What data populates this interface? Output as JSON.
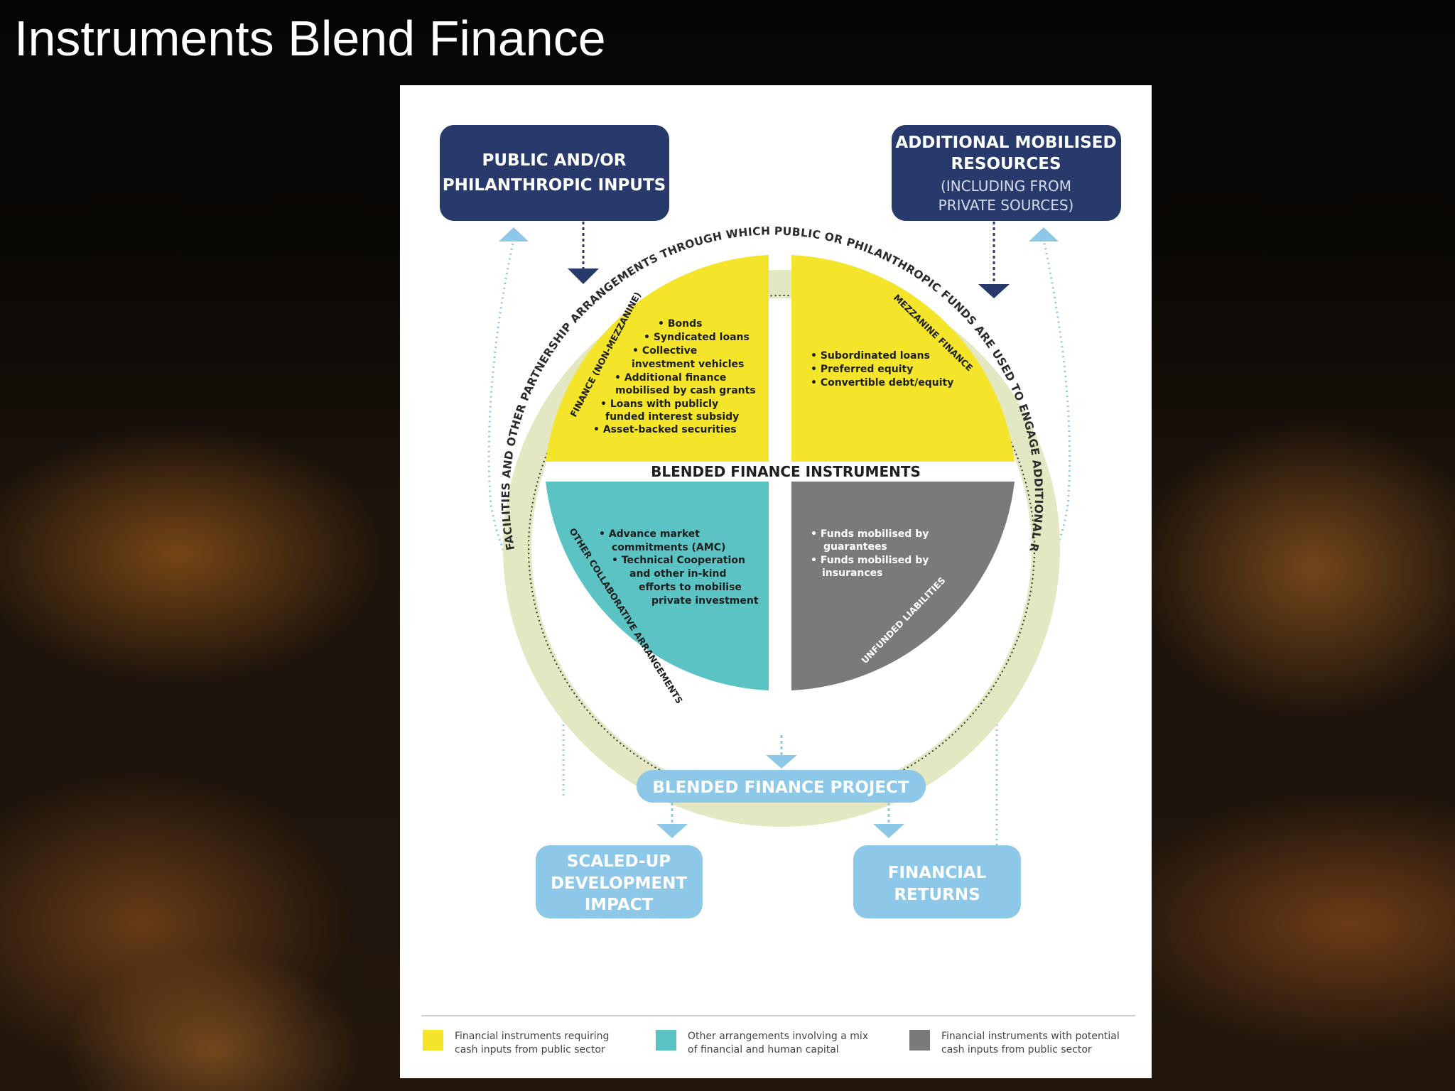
{
  "slide_title": "Instruments Blend Finance",
  "diagram": {
    "top_left_box": {
      "line1": "PUBLIC AND/OR",
      "line2": "PHILANTHROPIC INPUTS"
    },
    "top_right_box": {
      "line1": "ADDITIONAL MOBILISED",
      "line2": "RESOURCES",
      "line3": "(INCLUDING FROM",
      "line4": "PRIVATE SOURCES)"
    },
    "ring_text": "BLENDING FACILITIES AND OTHER PARTNERSHIP ARRANGEMENTS THROUGH WHICH PUBLIC OR PHILANTHROPIC FUNDS ARE USED TO ENGAGE ADDITIONAL RESOURCES",
    "center_label": "BLENDED FINANCE INSTRUMENTS",
    "quadrants": {
      "top_left": {
        "title": "FINANCE (NON-MEZZANINE)",
        "items": [
          "• Bonds",
          "• Syndicated loans",
          "• Collective",
          "investment vehicles",
          "• Additional finance",
          "mobilised by cash grants",
          "• Loans with publicly",
          "funded interest subsidy",
          "• Asset-backed securities"
        ]
      },
      "top_right": {
        "title": "MEZZANINE FINANCE",
        "items": [
          "• Subordinated loans",
          "• Preferred equity",
          "• Convertible debt/equity"
        ]
      },
      "bottom_left": {
        "title": "OTHER COLLABORATIVE ARRANGEMENTS",
        "items": [
          "• Advance market",
          "commitments (AMC)",
          "• Technical Cooperation",
          "and other in-kind",
          "efforts to mobilise",
          "private investment"
        ]
      },
      "bottom_right": {
        "title": "UNFUNDED LIABILITIES",
        "items": [
          "• Funds mobilised by",
          "guarantees",
          "• Funds mobilised by",
          "insurances"
        ]
      }
    },
    "project_box": "BLENDED FINANCE PROJECT",
    "impact_box": {
      "line1": "SCALED-UP",
      "line2": "DEVELOPMENT",
      "line3": "IMPACT"
    },
    "returns_box": {
      "line1": "FINANCIAL",
      "line2": "RETURNS"
    },
    "legend": [
      {
        "color": "#f4e52a",
        "line1": "Financial instruments requiring",
        "line2": "cash inputs from public sector"
      },
      {
        "color": "#5cc3c4",
        "line1": "Other arrangements involving a mix",
        "line2": "of financial and human capital"
      },
      {
        "color": "#7a7a7c",
        "line1": "Financial instruments with potential",
        "line2": "cash inputs from public sector"
      }
    ],
    "colors": {
      "navy": "#283a6b",
      "yellow": "#f4e52a",
      "teal": "#5cc3c4",
      "gray": "#7a7a7c",
      "light_blue": "#8dc8e8",
      "ring": "#e3e8c2"
    }
  }
}
